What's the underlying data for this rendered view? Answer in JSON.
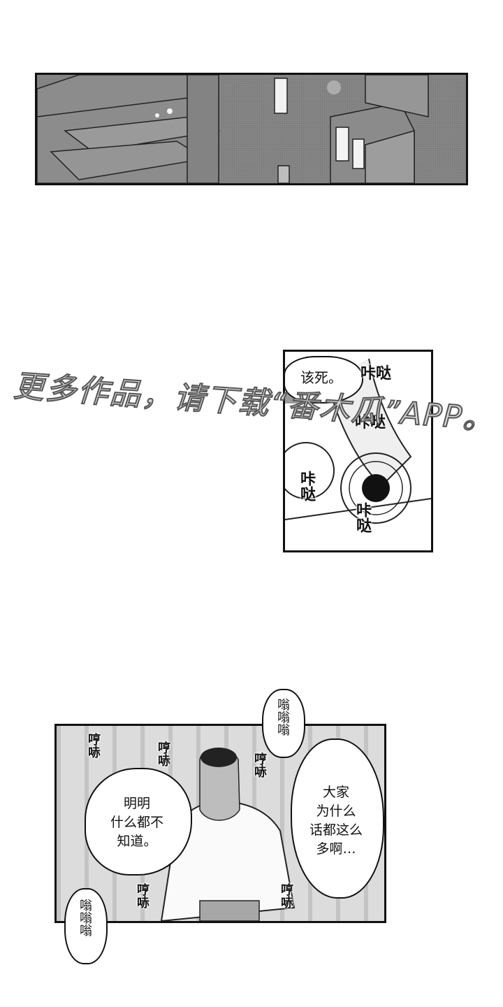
{
  "panel2": {
    "speech": "该死。",
    "sfx": [
      "咔哒",
      "咔哒",
      "咔哒",
      "咔哒"
    ]
  },
  "panel3": {
    "top_sfx": "嗡嗡嗡",
    "sfx_whisper": [
      "哼哧",
      "哼哧",
      "哼哧",
      "哼哧",
      "哼哧"
    ],
    "left_speech": "明明\n什么都不\n知道。",
    "right_speech": "大家\n为什么\n话都这么\n多啊…",
    "bottom_sfx": "嗡嗡嗡"
  },
  "watermark": "更多作品，请下载“番木瓜”APP。"
}
